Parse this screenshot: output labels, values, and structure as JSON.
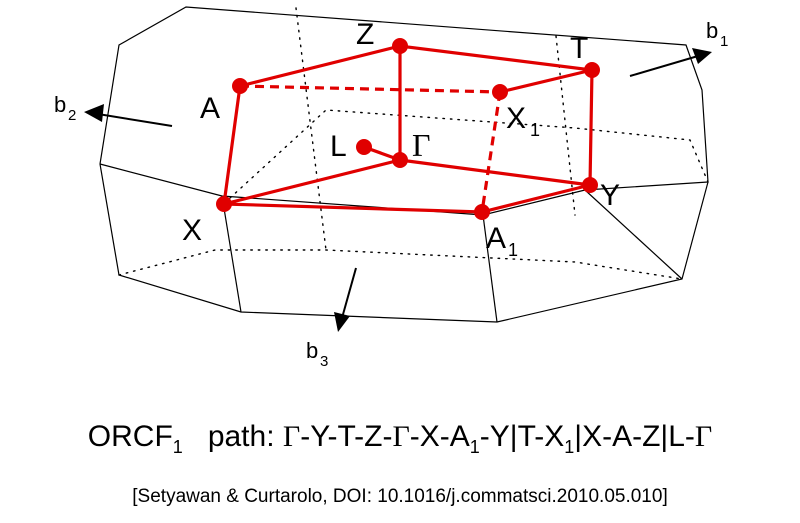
{
  "points": {
    "Z": "Z",
    "T": "T",
    "A": "A",
    "X1_main": "X",
    "X1_sub": "1",
    "L": "L",
    "Gamma": "Γ",
    "Y": "Y",
    "X": "X",
    "A1_main": "A",
    "A1_sub": "1"
  },
  "vectors": {
    "b1_main": "b",
    "b1_sub": "1",
    "b2_main": "b",
    "b2_sub": "2",
    "b3_main": "b",
    "b3_sub": "3"
  },
  "caption": {
    "lattice_main": "ORCF",
    "lattice_sub": "1",
    "path_prefix": "path: ",
    "seg1": "Γ",
    "seg2": "-Y-T-Z-",
    "seg3": "Γ",
    "seg4": "-X-A",
    "seg5": "1",
    "seg6": "-Y|T-X",
    "seg7": "1",
    "seg8": "|X-A-Z|L-",
    "seg9": "Γ"
  },
  "citation": "[Setyawan & Curtarolo, DOI: 10.1016/j.commatsci.2010.05.010]",
  "colors": {
    "path": "#e00000",
    "edges": "#000000"
  }
}
